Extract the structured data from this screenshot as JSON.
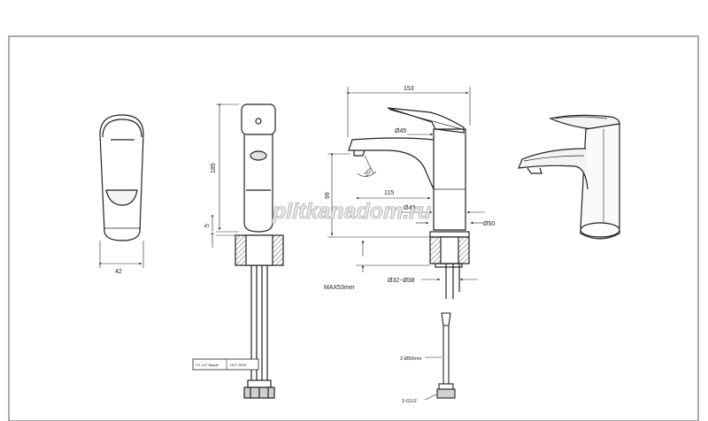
{
  "watermark": "plitkanadom.ru",
  "dimensions": {
    "front_width": "42",
    "side_height": "185",
    "side_small": "5",
    "total_length": "153",
    "lever_dia": "Ø45",
    "spout_angle": "20°",
    "spout_height": "99",
    "spout_reach": "115",
    "body_dia": "Ø40",
    "base_dia": "Ø50",
    "max_thickness": "MAX53mm",
    "hole_dia": "Ø32~Ø38",
    "hose_length": "2-Ø50mm",
    "connection": "2-G1/2"
  },
  "tag": {
    "left": "G1 1/2\" Nipple",
    "right": "HOT SIDE"
  }
}
